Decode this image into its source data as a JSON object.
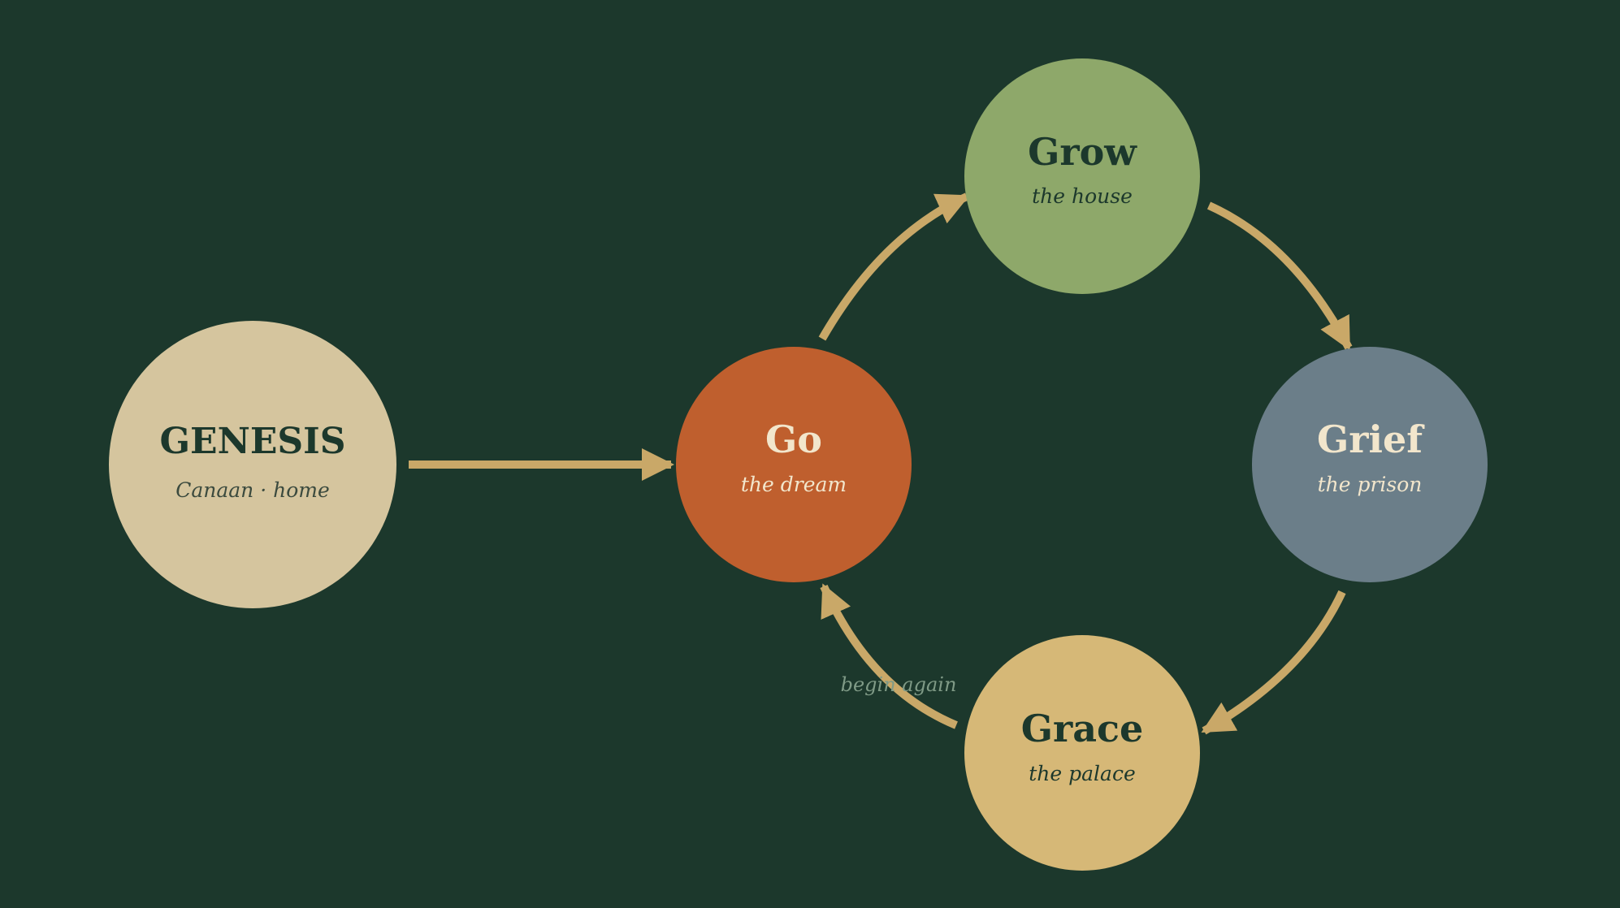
{
  "colors": {
    "background": "#1c382c",
    "arrow": "#c9a868",
    "dark_text": "#1c382c",
    "light_text": "#f2e6cc",
    "label_text": "#7f9a86"
  },
  "nodes": {
    "genesis": {
      "title": "GENESIS",
      "subtitle": "Canaan · home",
      "fill": "#d5c59e"
    },
    "go": {
      "title": "Go",
      "subtitle": "the dream",
      "fill": "#bf5f2e"
    },
    "grow": {
      "title": "Grow",
      "subtitle": "the house",
      "fill": "#8ea86a"
    },
    "grief": {
      "title": "Grief",
      "subtitle": "the prison",
      "fill": "#6b7e89"
    },
    "grace": {
      "title": "Grace",
      "subtitle": "the palace",
      "fill": "#d6b877"
    }
  },
  "edges": [
    {
      "from": "genesis",
      "to": "go"
    },
    {
      "from": "go",
      "to": "grow"
    },
    {
      "from": "grow",
      "to": "grief"
    },
    {
      "from": "grief",
      "to": "grace"
    },
    {
      "from": "grace",
      "to": "go",
      "label": "begin again"
    }
  ]
}
